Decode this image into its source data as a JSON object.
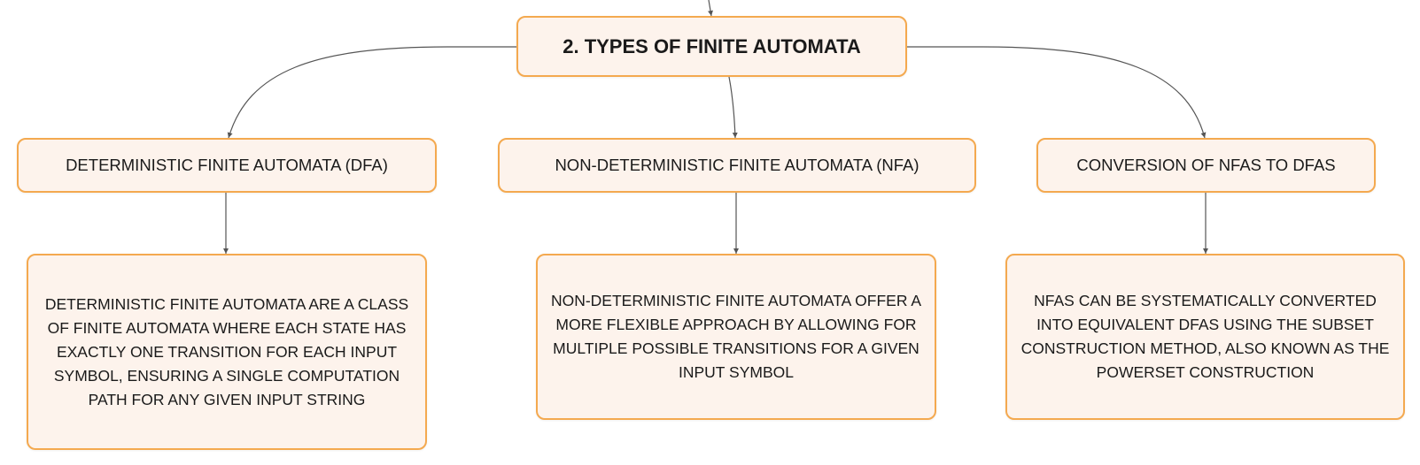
{
  "colors": {
    "node_fill": "#fdf3ec",
    "node_border": "#f4a94f",
    "connector": "#555555"
  },
  "root": {
    "label": "2. TYPES OF FINITE AUTOMATA"
  },
  "branches": [
    {
      "topic": "DETERMINISTIC FINITE AUTOMATA (DFA)",
      "detail": "DETERMINISTIC FINITE AUTOMATA ARE A CLASS OF FINITE AUTOMATA WHERE EACH STATE HAS EXACTLY ONE TRANSITION FOR EACH INPUT SYMBOL, ENSURING A SINGLE COMPUTATION PATH FOR ANY GIVEN INPUT STRING"
    },
    {
      "topic": "NON-DETERMINISTIC FINITE AUTOMATA (NFA)",
      "detail": "NON-DETERMINISTIC FINITE AUTOMATA OFFER A MORE FLEXIBLE APPROACH BY ALLOWING FOR MULTIPLE POSSIBLE TRANSITIONS FOR A GIVEN INPUT SYMBOL"
    },
    {
      "topic": "CONVERSION OF NFAS TO DFAS",
      "detail": "NFAS CAN BE SYSTEMATICALLY CONVERTED INTO EQUIVALENT DFAS USING THE SUBSET CONSTRUCTION METHOD, ALSO KNOWN AS THE POWERSET CONSTRUCTION"
    }
  ]
}
